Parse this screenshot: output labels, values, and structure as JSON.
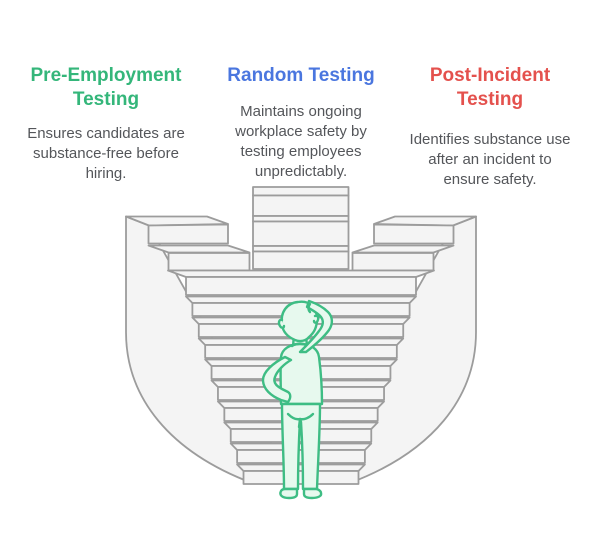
{
  "page": {
    "background": "#ffffff",
    "kind": "drug-testing-types-infographic"
  },
  "columns": [
    {
      "title": "Pre-Employment\nTesting",
      "title_color": "#34b67a",
      "description": "Ensures candidates are\nsubstance-free before\nhiring."
    },
    {
      "title": "Random Testing",
      "title_color": "#4a76df",
      "description": "Maintains ongoing\nworkplace safety by\ntesting employees\nunpredictably."
    },
    {
      "title": "Post-Incident\nTesting",
      "title_color": "#e4514d",
      "description": "Identifies substance use\nafter an incident to\nensure safety."
    }
  ],
  "illustration": {
    "name": "person-scratching-head-before-descending-staircase",
    "structure_stroke": "#9c9c9c",
    "structure_fill": "#f4f4f4",
    "person_stroke": "#3ebd84",
    "person_fill": "#e7f9ee",
    "text_color": "#54565a"
  }
}
